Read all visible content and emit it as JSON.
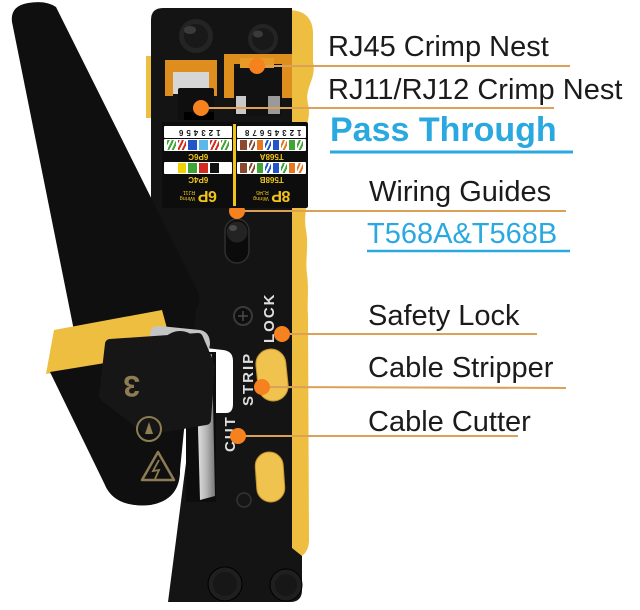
{
  "colors": {
    "body_yellow": "#EEBE41",
    "nest_orange": "#DD8E1F",
    "callout_dot_orange": "#F5821F",
    "callout_line_tan": "#DBA158",
    "accent_cyan": "#29A9DF",
    "label_black": "#1B1B1B",
    "sticker_yellow": "#F0C419"
  },
  "callouts": {
    "rj45": {
      "text": "RJ45 Crimp Nest"
    },
    "rj11": {
      "text": "RJ11/RJ12 Crimp Nest"
    },
    "pass": {
      "text": "Pass Through"
    },
    "wiring": {
      "text": "Wiring Guides"
    },
    "t568": {
      "text": "T568A&T568B"
    },
    "safety": {
      "text": "Safety Lock"
    },
    "stripper": {
      "text": "Cable Stripper"
    },
    "cutter": {
      "text": "Cable Cutter"
    }
  },
  "tool": {
    "lock_label": "LOCK",
    "strip_label": "STRIP",
    "cut_label": "CUT",
    "mold_mark": "3",
    "sticker": {
      "p8": {
        "big": "8P",
        "wiring": "Wiring",
        "type": "RJ45",
        "row1_label": "T568B",
        "row2_label": "T568A",
        "numbers": "12345678",
        "row1_stripes": [
          [
            "#ffffff",
            "#E87722"
          ],
          [
            "#E87722",
            "#E87722"
          ],
          [
            "#ffffff",
            "#3FA535"
          ],
          [
            "#2255C8",
            "#2255C8"
          ],
          [
            "#ffffff",
            "#2255C8"
          ],
          [
            "#3FA535",
            "#3FA535"
          ],
          [
            "#ffffff",
            "#8B4A2F"
          ],
          [
            "#8B4A2F",
            "#8B4A2F"
          ]
        ],
        "row2_stripes": [
          [
            "#ffffff",
            "#3FA535"
          ],
          [
            "#3FA535",
            "#3FA535"
          ],
          [
            "#ffffff",
            "#E87722"
          ],
          [
            "#2255C8",
            "#2255C8"
          ],
          [
            "#ffffff",
            "#2255C8"
          ],
          [
            "#E87722",
            "#E87722"
          ],
          [
            "#ffffff",
            "#8B4A2F"
          ],
          [
            "#8B4A2F",
            "#8B4A2F"
          ]
        ]
      },
      "p6": {
        "big": "6P",
        "wiring": "Wiring",
        "type": "RJ11",
        "row1_label": "6P4C",
        "row2_label": "6P6C",
        "numbers": "123456",
        "row1_stripes": [
          [
            "#ffffff",
            "#ffffff"
          ],
          [
            "#111111",
            "#111111"
          ],
          [
            "#D42B1E",
            "#D42B1E"
          ],
          [
            "#3FA535",
            "#3FA535"
          ],
          [
            "#F2D100",
            "#F2D100"
          ],
          [
            "#ffffff",
            "#ffffff"
          ]
        ],
        "row2_stripes": [
          [
            "#ffffff",
            "#3FA535"
          ],
          [
            "#ffffff",
            "#D42B1E"
          ],
          [
            "#5BB8E8",
            "#5BB8E8"
          ],
          [
            "#2255C8",
            "#2255C8"
          ],
          [
            "#ffffff",
            "#D42B1E"
          ],
          [
            "#ffffff",
            "#3FA535"
          ]
        ]
      }
    }
  }
}
